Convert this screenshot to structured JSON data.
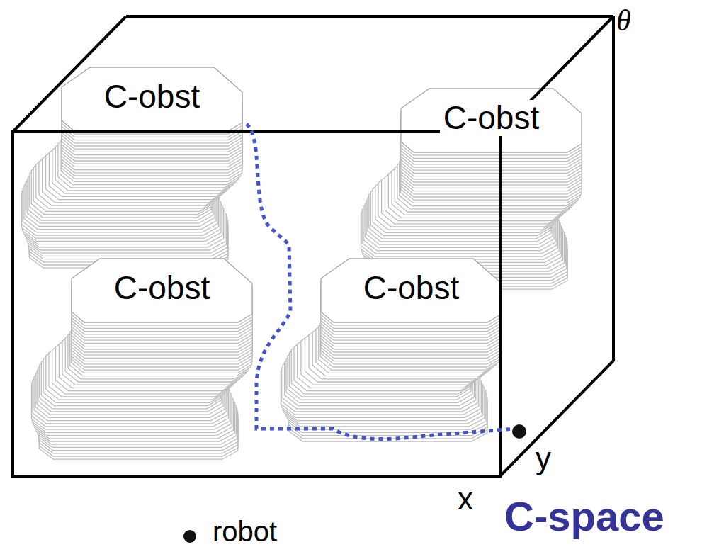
{
  "diagram": {
    "nodes": [
      {
        "text": [
          "C-obst"
        ]
      },
      {
        "text": [
          "C-obst"
        ]
      },
      {
        "text": [
          "C-obst"
        ]
      },
      {
        "text": [
          "C-obst"
        ]
      }
    ],
    "labels": [
      "θ",
      "y",
      "x",
      "C-space",
      "robot"
    ]
  }
}
